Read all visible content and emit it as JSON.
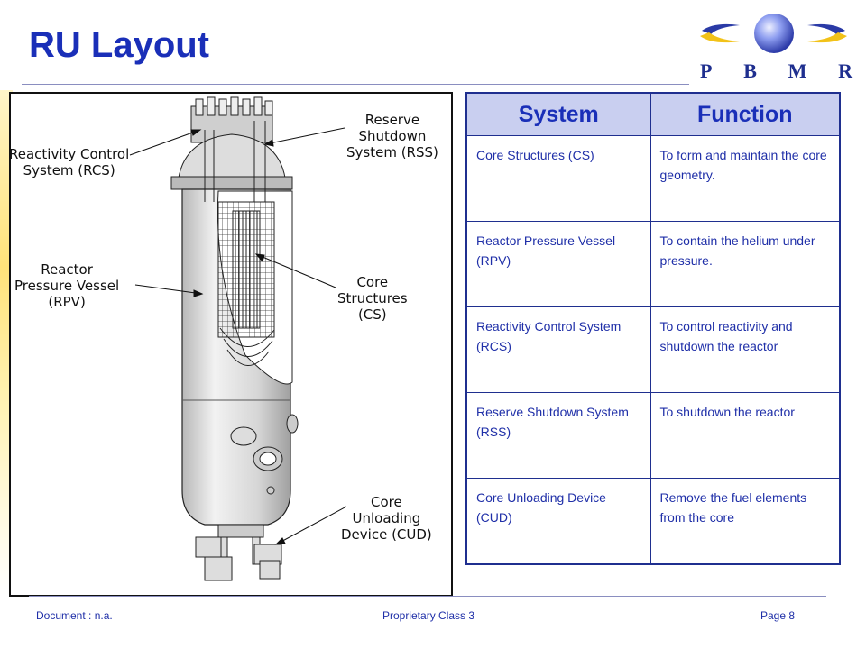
{
  "slide": {
    "title": "RU Layout"
  },
  "logo": {
    "letters": [
      "P",
      "B",
      "M",
      "R"
    ],
    "colors": {
      "sphere": "#6b7fe0",
      "swoosh_yellow": "#f2c218",
      "swoosh_blue": "#2a3aa6"
    }
  },
  "diagram": {
    "callouts": {
      "rss": [
        "Reserve",
        "Shutdown",
        "System (RSS)"
      ],
      "rcs": [
        "Reactivity Control",
        "System (RCS)"
      ],
      "rpv": [
        "Reactor",
        "Pressure Vessel",
        "(RPV)"
      ],
      "cs": [
        "Core",
        "Structures",
        "(CS)"
      ],
      "cud": [
        "Core",
        "Unloading",
        "Device (CUD)"
      ]
    }
  },
  "table": {
    "headers": [
      "System",
      "Function"
    ],
    "rows": [
      {
        "system": "Core Structures (CS)",
        "function": "To form and maintain the core geometry."
      },
      {
        "system": "Reactor Pressure Vessel (RPV)",
        "function": "To contain the helium under pressure."
      },
      {
        "system": "Reactivity Control System (RCS)",
        "function": "To control reactivity and shutdown the reactor"
      },
      {
        "system": "Reserve Shutdown System (RSS)",
        "function": "To shutdown the reactor"
      },
      {
        "system": "Core Unloading Device (CUD)",
        "function": "Remove the fuel elements from the core"
      }
    ]
  },
  "footer": {
    "document": "Document : n.a.",
    "classification": "Proprietary Class 3",
    "page": "Page 8"
  },
  "colors": {
    "title": "#1a2fb8",
    "table_header_bg": "#c9cff0",
    "table_border": "#1f2f8f",
    "text_blue": "#1f2fa8"
  }
}
